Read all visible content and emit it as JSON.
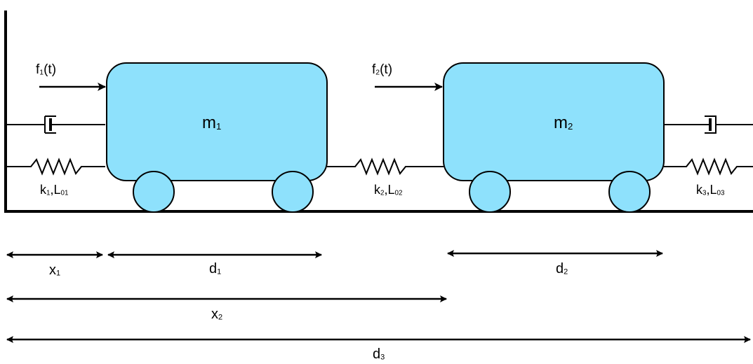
{
  "masses": [
    {
      "symbol": "m",
      "sub": "1"
    },
    {
      "symbol": "m",
      "sub": "2"
    }
  ],
  "forces": [
    {
      "symbol": "f",
      "sub": "1",
      "suffix": "(t)"
    },
    {
      "symbol": "f",
      "sub": "2",
      "suffix": "(t)"
    }
  ],
  "springs": [
    {
      "k": "k",
      "k_sub": "1",
      "sep": ",",
      "L": "L",
      "L_sub": "01"
    },
    {
      "k": "k",
      "k_sub": "2",
      "sep": ",",
      "L": "L",
      "L_sub": "02"
    },
    {
      "k": "k",
      "k_sub": "3",
      "sep": ",",
      "L": "L",
      "L_sub": "03"
    }
  ],
  "dimensions": {
    "x1": {
      "symbol": "x",
      "sub": "1"
    },
    "d1": {
      "symbol": "d",
      "sub": "1"
    },
    "d2": {
      "symbol": "d",
      "sub": "2"
    },
    "x2": {
      "symbol": "x",
      "sub": "2"
    },
    "d3": {
      "symbol": "d",
      "sub": "3"
    }
  },
  "colors": {
    "mass_fill": "#8ee1fc",
    "stroke": "#000000"
  }
}
